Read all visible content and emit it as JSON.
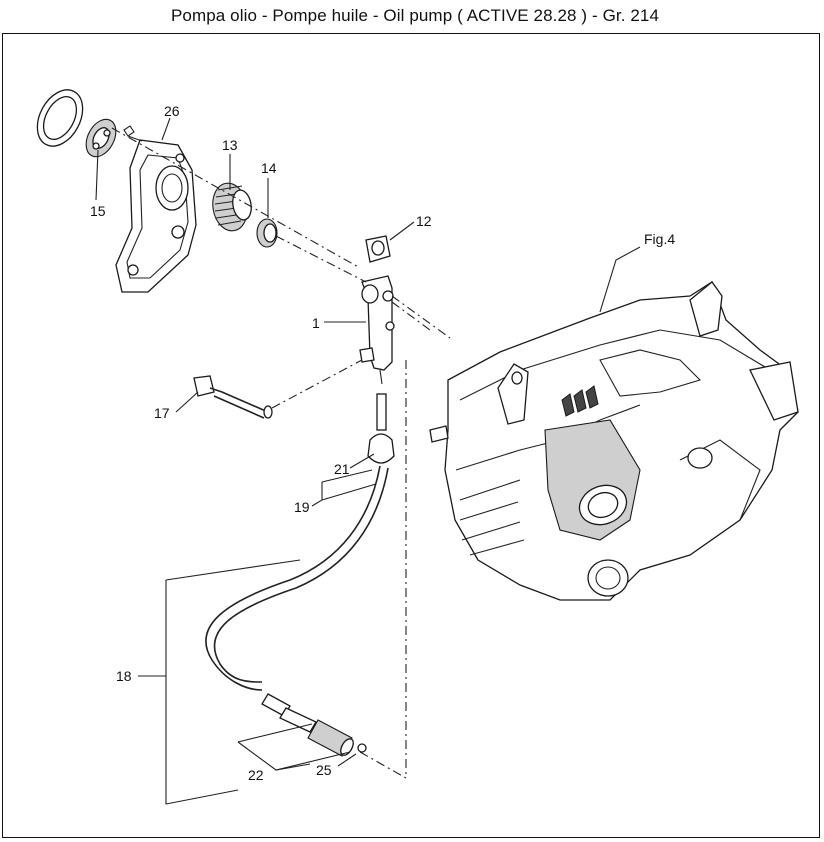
{
  "title": "Pompa olio - Pompe huile - Oil pump ( ACTIVE 28.28 )  -  Gr. 214",
  "figure_ref": "Fig.4",
  "callouts": {
    "c1": "1",
    "c12": "12",
    "c13": "13",
    "c14": "14",
    "c15": "15",
    "c17": "17",
    "c18": "18",
    "c19": "19",
    "c21": "21",
    "c22": "22",
    "c25": "25",
    "c26": "26"
  },
  "icons": [
    "washer",
    "bushing",
    "pump-cover",
    "worm-gear",
    "oil-seal",
    "cap",
    "oil-pump",
    "oil-line",
    "oil-hose",
    "filter",
    "crankcase"
  ]
}
